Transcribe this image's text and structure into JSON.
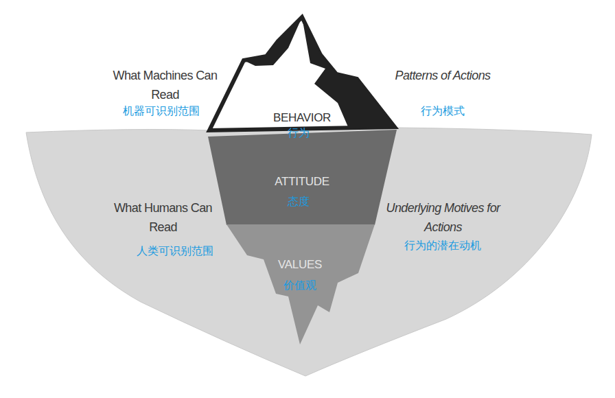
{
  "diagram": {
    "nodes": [
      {
        "text": [
          "BEHAVIOR",
          "行为"
        ]
      },
      {
        "text": [
          "ATTITUDE",
          "态度"
        ]
      },
      {
        "text": [
          "VALUES",
          "价值观"
        ]
      }
    ],
    "labels": [
      "What Machines Can Read",
      "机器可识别范围",
      "Patterns of Actions",
      "行为模式",
      "What Humans Can Read",
      "人类可识别范围",
      "Underlying Motives for Actions",
      "行为的潜在动机"
    ]
  }
}
